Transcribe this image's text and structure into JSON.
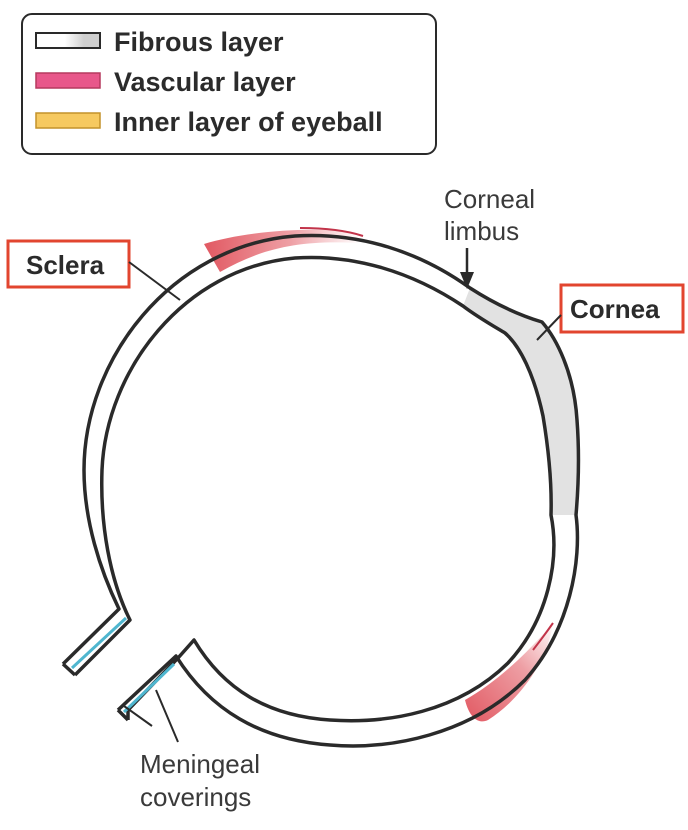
{
  "legend": {
    "items": [
      {
        "label": "Fibrous layer",
        "colors": [
          "#ffffff",
          "#cfcfcf"
        ]
      },
      {
        "label": "Vascular layer",
        "colors": [
          "#e8578a"
        ]
      },
      {
        "label": "Inner layer of eyeball",
        "colors": [
          "#f6c960"
        ]
      }
    ]
  },
  "labels": {
    "sclera": "Sclera",
    "cornea": "Cornea",
    "corneal_limbus_line1": "Corneal",
    "corneal_limbus_line2": "limbus",
    "meningeal_line1": "Meningeal",
    "meningeal_line2": "coverings"
  },
  "colors": {
    "outline": "#2a2a2a",
    "cornea_fill": "#e2e2e2",
    "vascular": "#e0505a",
    "meninges": "#4fb6cf",
    "callout_box": "#e2452f"
  }
}
